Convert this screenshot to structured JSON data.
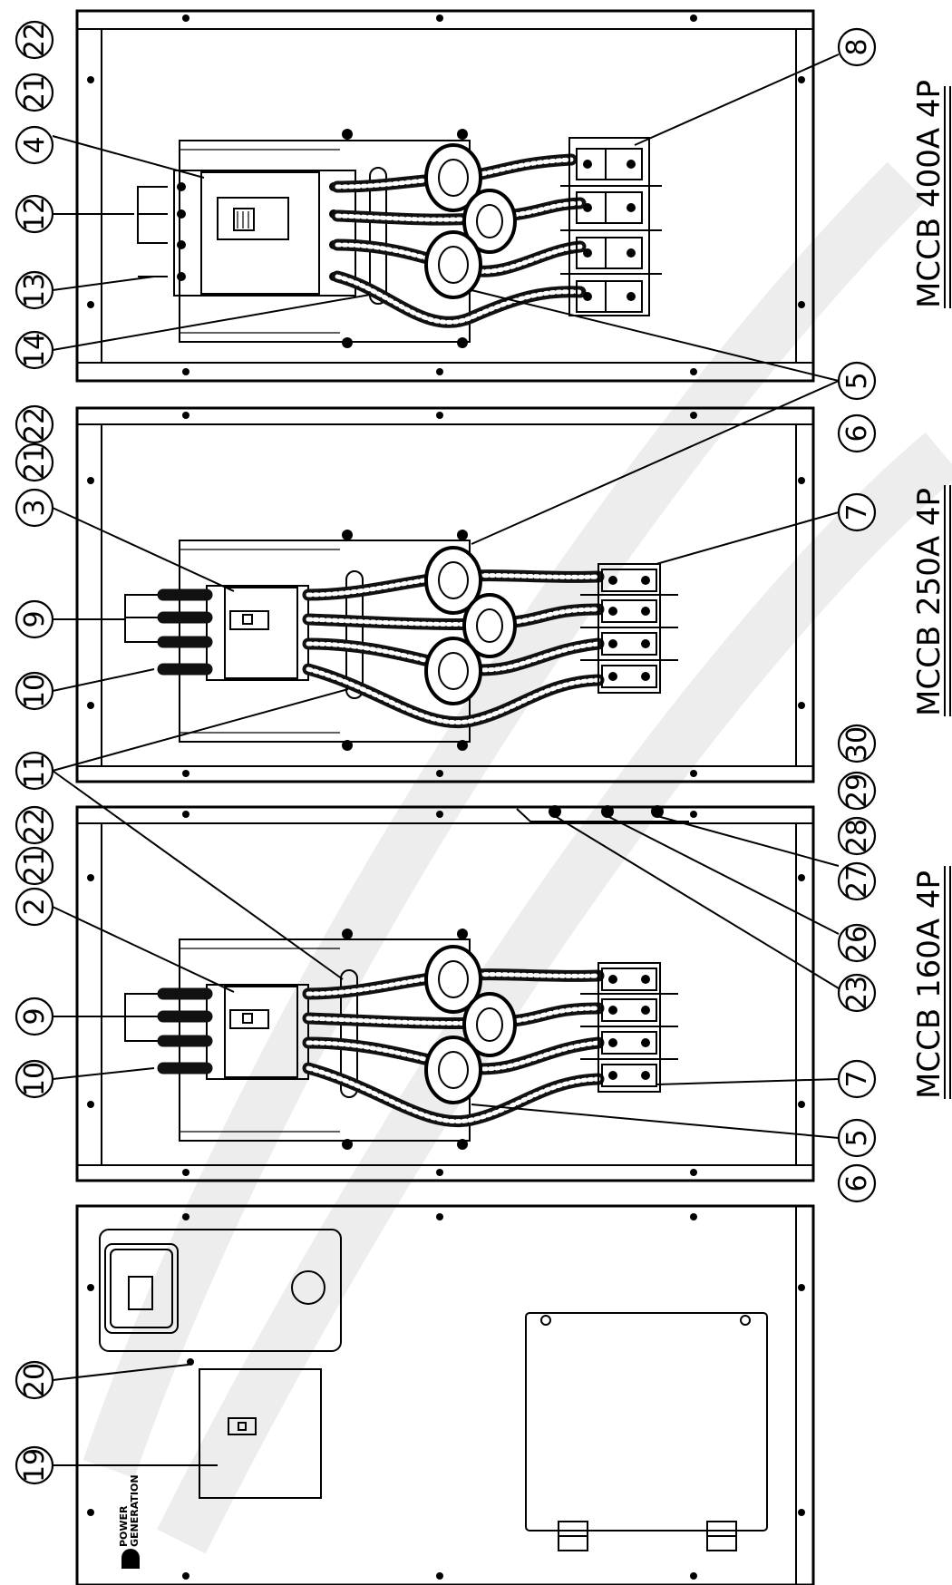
{
  "panels": [
    {
      "title": "MCCB 400A 4P",
      "breaker": "4",
      "busbar": "8"
    },
    {
      "title": "MCCB 250A 4P",
      "breaker": "3",
      "busbar": "7"
    },
    {
      "title": "MCCB 160A 4P",
      "breaker": "2",
      "busbar": "7"
    }
  ],
  "callouts": {
    "p1_left": [
      "22",
      "21",
      "4",
      "12",
      "13",
      "14"
    ],
    "p1_right": [
      "8",
      "5",
      "6"
    ],
    "p2_left": [
      "22",
      "21",
      "3",
      "9",
      "10",
      "11"
    ],
    "p2_right": [
      "7"
    ],
    "p3_left": [
      "22",
      "21",
      "2",
      "9",
      "10"
    ],
    "p3_right": [
      "30",
      "29",
      "28",
      "27",
      "26",
      "23",
      "7",
      "5",
      "6"
    ],
    "front": [
      "20",
      "19"
    ]
  },
  "logo": [
    "POWER",
    "GENERATION"
  ]
}
